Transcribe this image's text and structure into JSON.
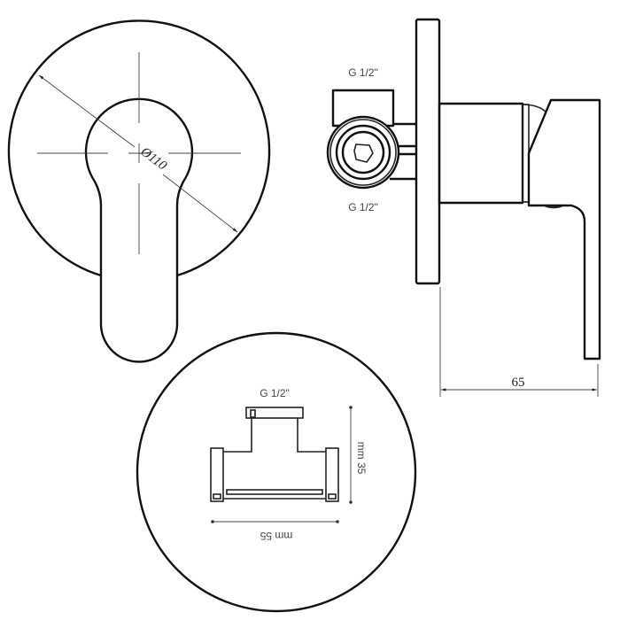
{
  "front_view": {
    "diameter_label": "Ø110"
  },
  "side_view": {
    "inlet_top_label": "G 1/2\"",
    "inlet_bottom_label": "G 1/2\"",
    "depth_label": "65"
  },
  "fitting_view": {
    "thread_label": "G 1/2\"",
    "height_label": "mm 35",
    "width_label": "mm 55"
  },
  "colors": {
    "line": "#111111",
    "text": "#444444",
    "background": "#ffffff"
  }
}
